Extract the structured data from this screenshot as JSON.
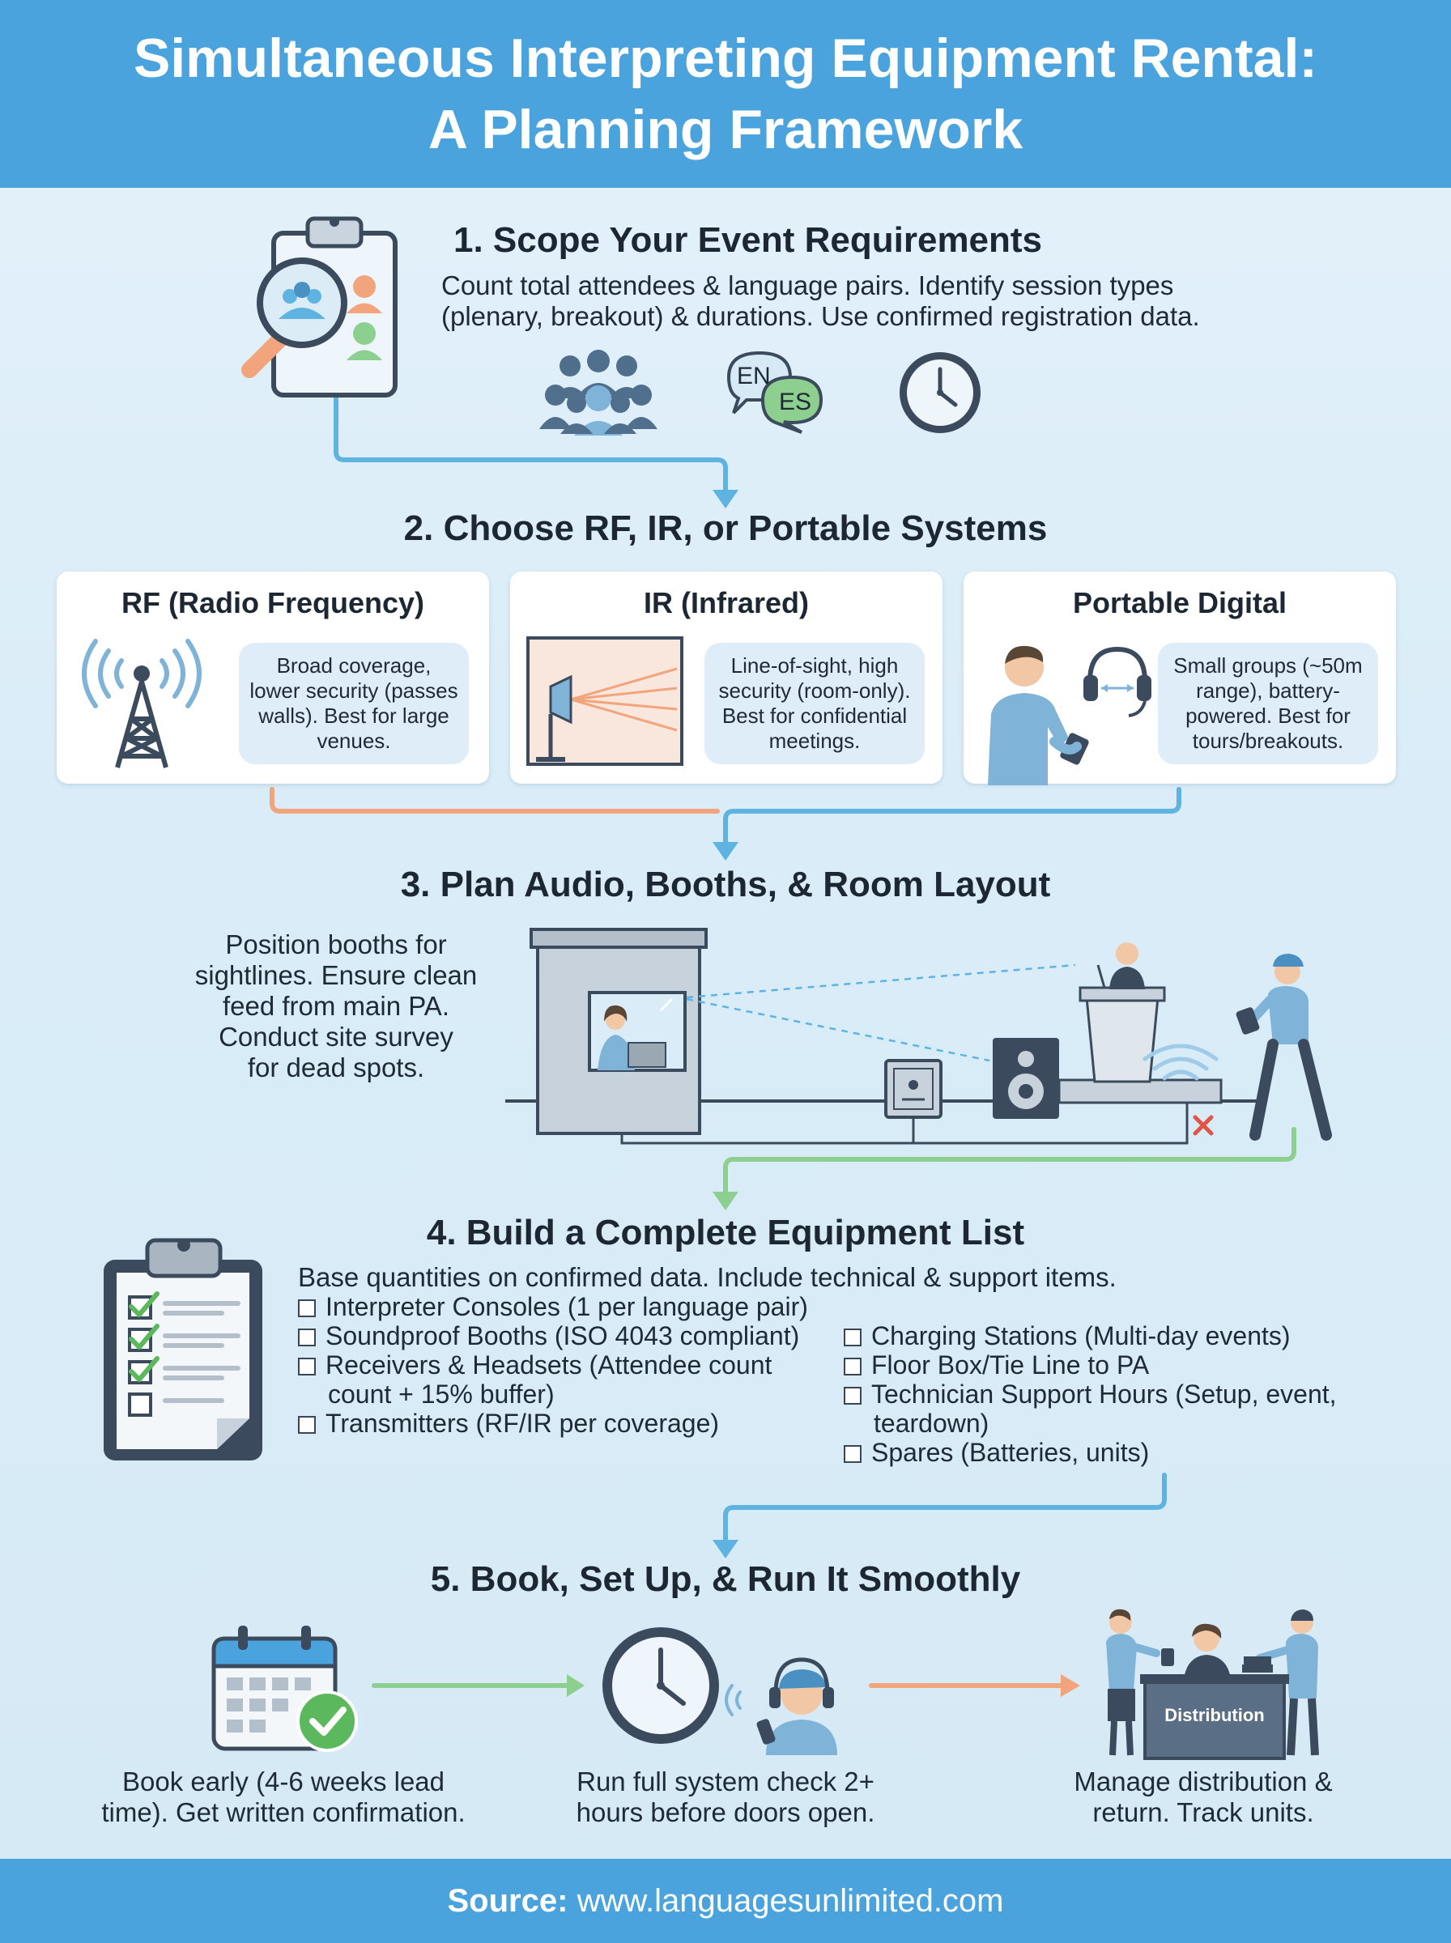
{
  "header": {
    "title_line1": "Simultaneous Interpreting Equipment Rental:",
    "title_line2": "A Planning Framework"
  },
  "step1": {
    "title": "1. Scope Your Event Requirements",
    "desc_line1": "Count total attendees & language pairs. Identify session types",
    "desc_line2": "(plenary, breakout) & durations. Use confirmed registration data.",
    "lang1": "EN",
    "lang2": "ES"
  },
  "step2": {
    "title": "2. Choose RF, IR, or Portable Systems",
    "cards": [
      {
        "title": "RF (Radio Frequency)",
        "desc": [
          "Broad coverage,",
          "lower security (passes",
          "walls). Best for large",
          "venues."
        ]
      },
      {
        "title": "IR (Infrared)",
        "desc": [
          "Line-of-sight, high",
          "security (room-only).",
          "Best for confidential",
          "meetings."
        ]
      },
      {
        "title": "Portable Digital",
        "desc": [
          "Small groups (~50m",
          "range), battery-",
          "powered. Best for",
          "tours/breakouts."
        ]
      }
    ]
  },
  "step3": {
    "title": "3. Plan Audio, Booths, & Room Layout",
    "desc": [
      "Position booths for",
      "sightlines. Ensure clean",
      "feed from main PA.",
      "Conduct site survey",
      "for dead spots."
    ]
  },
  "step4": {
    "title": "4. Build a Complete Equipment List",
    "intro": "Base quantities on confirmed data. Include technical & support items.",
    "left_items": [
      {
        "line1": "Interpreter Consoles (1 per language pair)"
      },
      {
        "line1": "Soundproof Booths (ISO 4043 compliant)"
      },
      {
        "line1": "Receivers & Headsets (Attendee count",
        "line2": "count + 15% buffer)"
      },
      {
        "line1": "Transmitters (RF/IR per coverage)"
      }
    ],
    "right_items": [
      {
        "line1": "Charging Stations (Multi-day events)"
      },
      {
        "line1": "Floor Box/Tie Line to PA"
      },
      {
        "line1": "Technician Support Hours (Setup, event,",
        "line2": "teardown)"
      },
      {
        "line1": "Spares (Batteries, units)"
      }
    ]
  },
  "step5": {
    "title": "5. Book, Set Up, & Run It Smoothly",
    "col1": [
      "Book early (4-6 weeks lead",
      "time). Get written confirmation."
    ],
    "col2": [
      "Run full system check 2+",
      "hours before doors open."
    ],
    "col3": [
      "Manage distribution &",
      "return. Track units."
    ],
    "desk_label": "Distribution"
  },
  "footer": {
    "source_label": "Source:",
    "source_url": "www.languagesunlimited.com"
  },
  "colors": {
    "header_blue": "#4aa3dc",
    "flow_blue": "#5eb3e0",
    "flow_orange": "#f2a47c",
    "flow_green": "#8ccf8e",
    "dark_navy": "#3b4a5c"
  }
}
